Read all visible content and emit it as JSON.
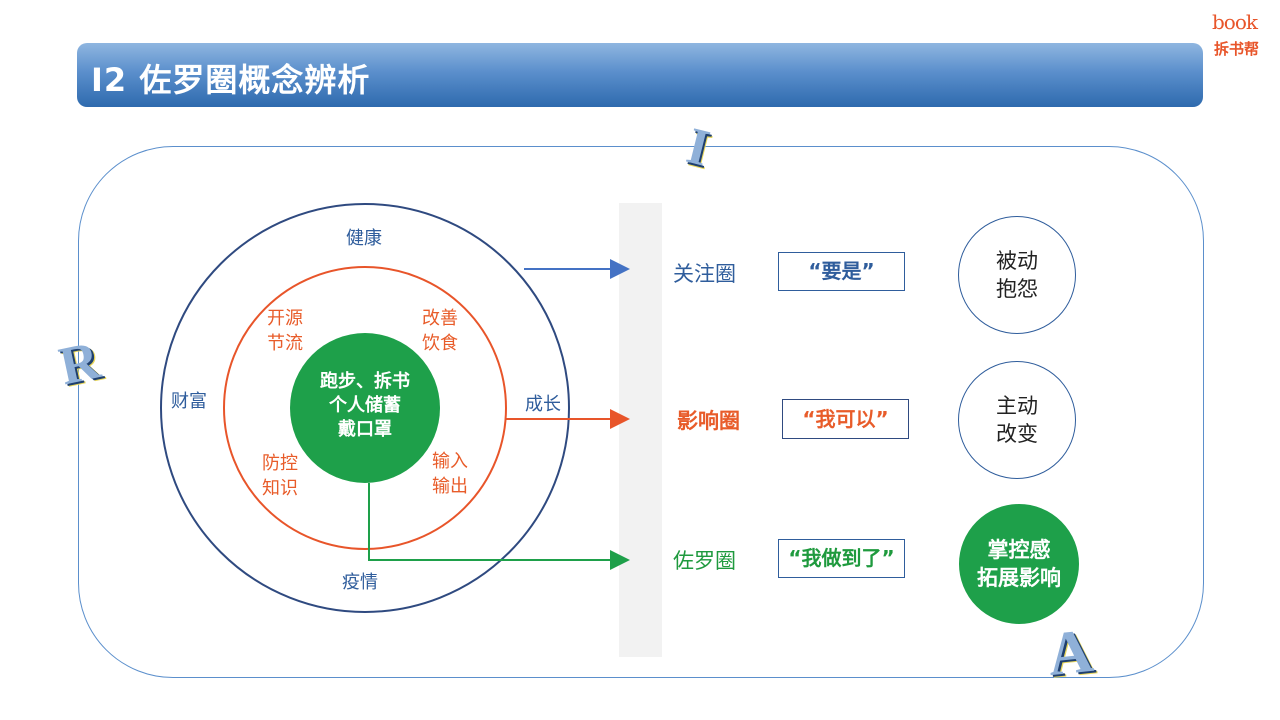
{
  "header": {
    "title": "I2 佐罗圈概念辨析"
  },
  "logo": {
    "word": "book",
    "sub": "拆书帮"
  },
  "letters": {
    "r": "R",
    "i": "I",
    "a": "A"
  },
  "outer_ring": {
    "top": "健康",
    "left": "财富",
    "right": "成长",
    "bottom": "疫情"
  },
  "inner_ring": {
    "top_left": [
      "开源",
      "节流"
    ],
    "top_right": [
      "改善",
      "饮食"
    ],
    "bottom_left": [
      "防控",
      "知识"
    ],
    "bottom_right": [
      "输入",
      "输出"
    ]
  },
  "center": [
    "跑步、拆书",
    "个人储蓄",
    "戴口罩"
  ],
  "rows": [
    {
      "name": "关注圈",
      "quote": "“要是”",
      "state": [
        "被动",
        "抱怨"
      ],
      "color": "#2f5d9c"
    },
    {
      "name": "影响圈",
      "quote": "“我可以”",
      "state": [
        "主动",
        "改变"
      ],
      "color": "#e85c2a"
    },
    {
      "name": "佐罗圈",
      "quote": "“我做到了”",
      "state": [
        "掌控感",
        "拓展影响"
      ],
      "color": "#1f9a3e"
    }
  ],
  "colors": {
    "blue": "#2f5d9c",
    "orange": "#e85c2a",
    "green": "#1ea04a",
    "bar": "#f2f2f2"
  }
}
